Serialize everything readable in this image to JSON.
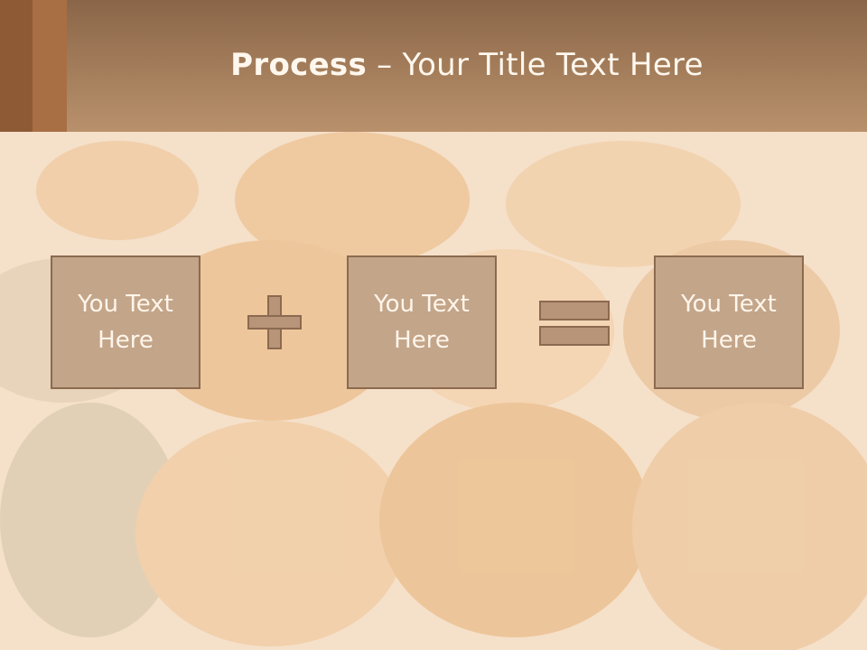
{
  "slide": {
    "title_bold": "Process",
    "title_rest": " – Your Title Text Here"
  },
  "process": {
    "boxes": [
      {
        "line1": "You Text",
        "line2": "Here"
      },
      {
        "line1": "You Text",
        "line2": "Here"
      },
      {
        "line1": "You Text",
        "line2": "Here"
      }
    ],
    "operators": [
      "plus-icon",
      "equals-icon"
    ]
  },
  "colors": {
    "header": "#a07a58",
    "box_fill": "#c3a58a",
    "box_border": "#8b6a50",
    "text": "#fff5ea"
  }
}
